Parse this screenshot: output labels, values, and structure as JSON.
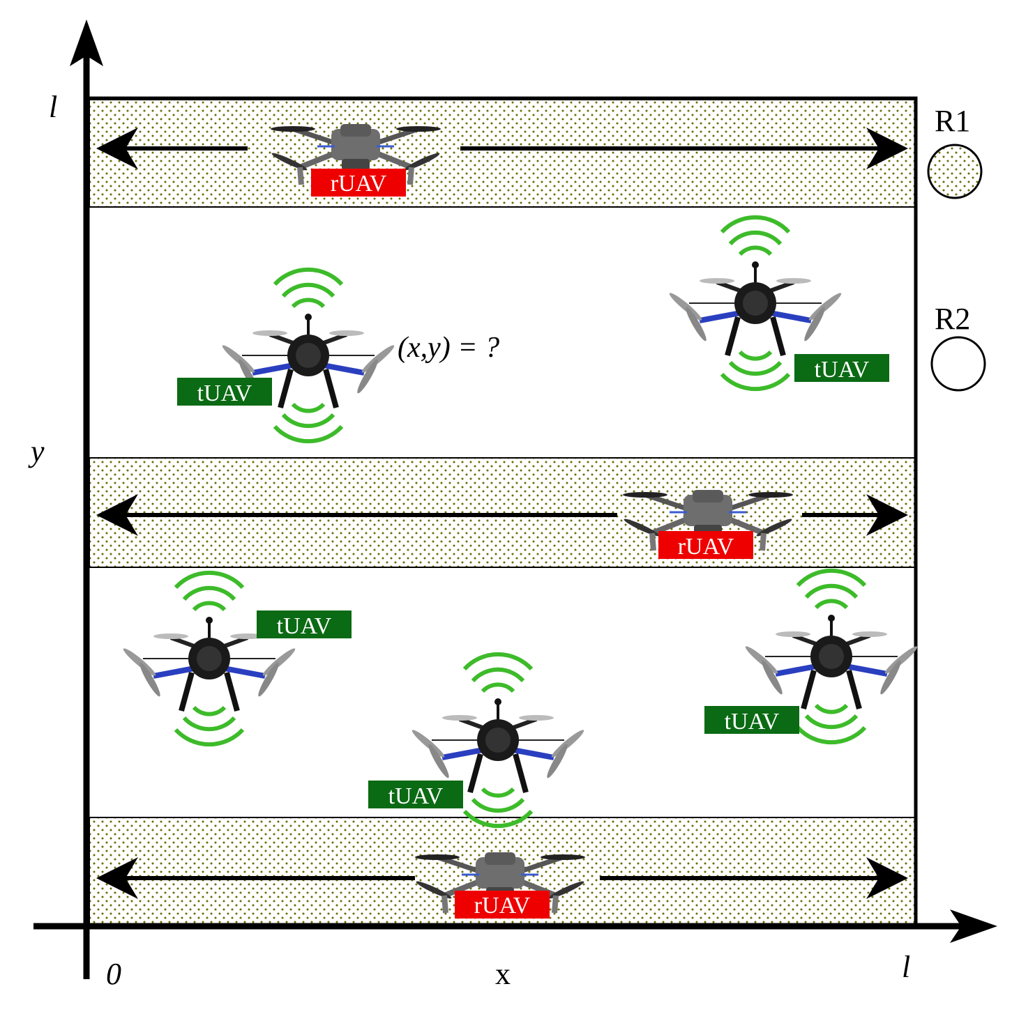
{
  "axes": {
    "y_top_label": "l",
    "y_mid_label": "y",
    "x_origin_label": "0",
    "x_mid_label": "x",
    "x_end_label": "l"
  },
  "legend": {
    "r1_label": "R1",
    "r2_label": "R2"
  },
  "query_text": "(x,y) = ?",
  "ruav_label": "rUAV",
  "tuav_label": "tUAV",
  "colors": {
    "ruav_tag": "#ee0000",
    "tuav_tag": "#0b6a14",
    "signal": "#3dbb2a",
    "dots": "#6b6b00"
  }
}
